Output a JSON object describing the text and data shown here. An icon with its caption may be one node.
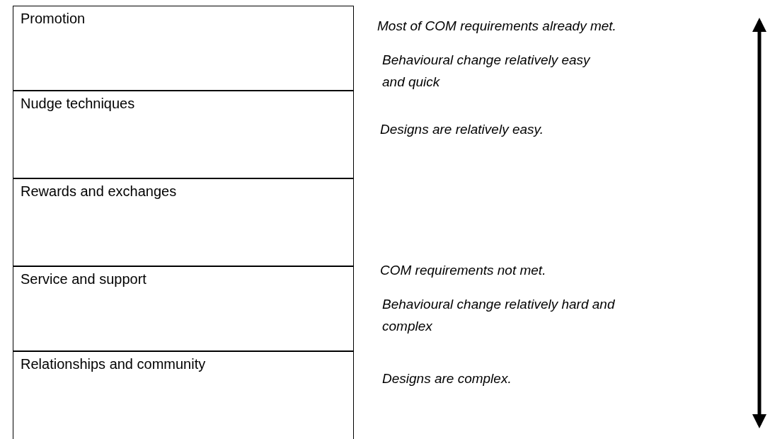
{
  "diagram": {
    "nodes": [
      {
        "text": [
          "Promotion"
        ]
      },
      {
        "text": [
          "Nudge techniques"
        ]
      },
      {
        "text": [
          "Rewards and exchanges"
        ]
      },
      {
        "text": [
          "Service and support"
        ]
      },
      {
        "text": [
          "Relationships and community"
        ]
      }
    ],
    "labels": [
      "Most of COM requirements already met.",
      "Behavioural change relatively easy and quick",
      "Designs are relatively easy.",
      "COM requirements not met.",
      "Behavioural change relatively hard and complex",
      "Designs are complex."
    ]
  }
}
